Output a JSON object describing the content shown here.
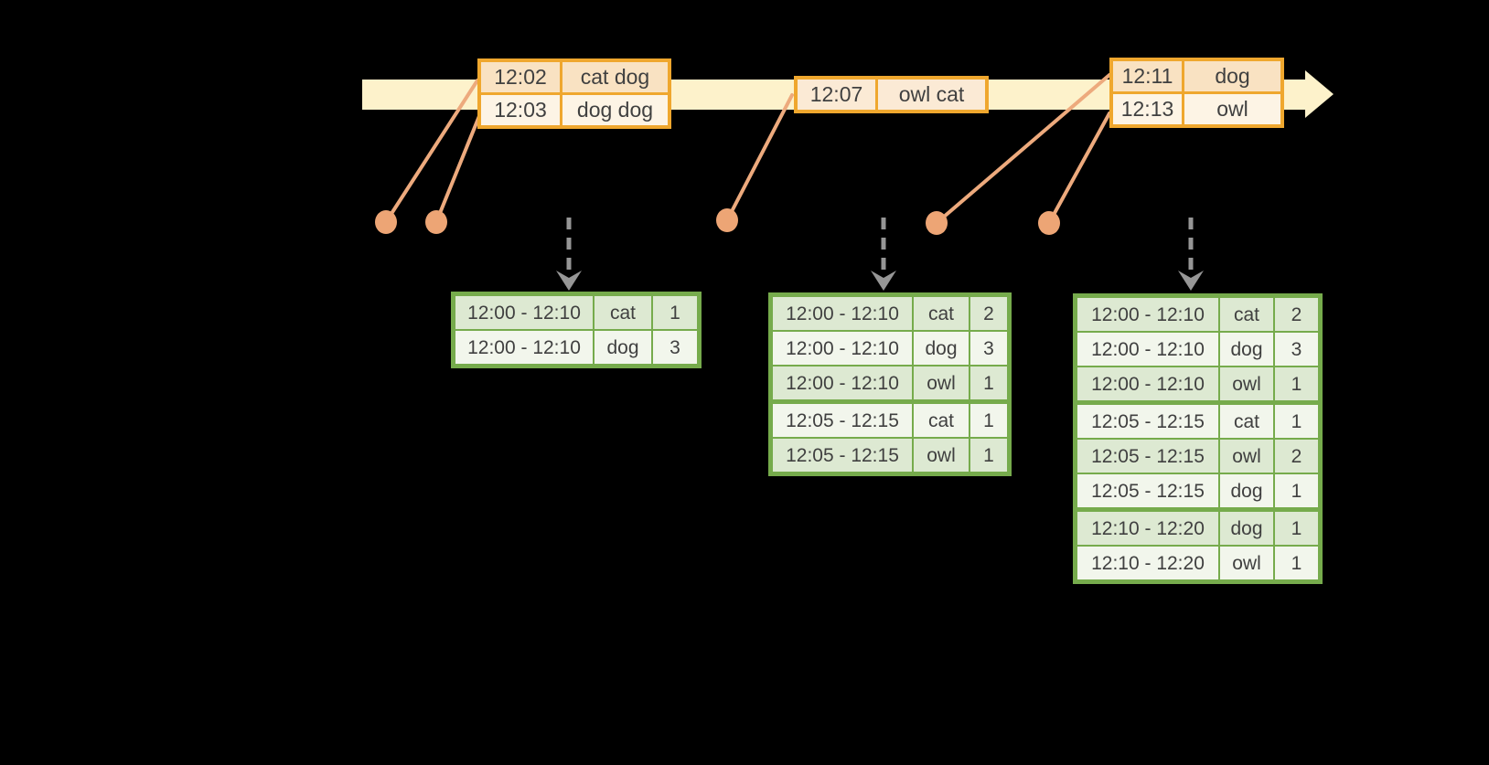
{
  "diagram": {
    "name": "windowed-grouped-aggregation-timeline",
    "colors": {
      "background": "#000000",
      "timeline_fill": "#fdf2cb",
      "event_table_border": "#efa72e",
      "event_row_dark": "#f9e2c2",
      "event_row_medium": "#fbead5",
      "event_row_light": "#fdf4e5",
      "connector_line": "#edaa7d",
      "marker_dot": "#eda575",
      "trigger_arrow": "#969696",
      "result_table_border": "#76ab4c",
      "result_row_dark": "#dde9d2",
      "result_row_light": "#f2f6ec",
      "table_text": "#404040"
    },
    "icons": [
      {
        "name": "timeline-arrow-icon",
        "shape": "right-pointing-band-arrow"
      },
      {
        "name": "event-marker-dot",
        "shape": "filled-circle"
      },
      {
        "name": "event-connector-line",
        "shape": "diagonal-line"
      },
      {
        "name": "trigger-arrow-icon",
        "shape": "dashed-down-arrow"
      }
    ],
    "event_tables": [
      {
        "rows": [
          {
            "time": "12:02",
            "words": "cat dog",
            "shade": "dark"
          },
          {
            "time": "12:03",
            "words": "dog dog",
            "shade": "light"
          }
        ]
      },
      {
        "rows": [
          {
            "time": "12:07",
            "words": "owl cat",
            "shade": "medium"
          }
        ]
      },
      {
        "rows": [
          {
            "time": "12:11",
            "words": "dog",
            "shade": "dark"
          },
          {
            "time": "12:13",
            "words": "owl",
            "shade": "light"
          }
        ]
      }
    ],
    "result_tables": [
      {
        "rows": [
          {
            "window": "12:00 - 12:10",
            "word": "cat",
            "count": "1",
            "group": 0
          },
          {
            "window": "12:00 - 12:10",
            "word": "dog",
            "count": "3",
            "group": 0
          }
        ]
      },
      {
        "rows": [
          {
            "window": "12:00 - 12:10",
            "word": "cat",
            "count": "2",
            "group": 0
          },
          {
            "window": "12:00 - 12:10",
            "word": "dog",
            "count": "3",
            "group": 0
          },
          {
            "window": "12:00 - 12:10",
            "word": "owl",
            "count": "1",
            "group": 0
          },
          {
            "window": "12:05 - 12:15",
            "word": "cat",
            "count": "1",
            "group": 1
          },
          {
            "window": "12:05 - 12:15",
            "word": "owl",
            "count": "1",
            "group": 1
          }
        ]
      },
      {
        "rows": [
          {
            "window": "12:00 - 12:10",
            "word": "cat",
            "count": "2",
            "group": 0
          },
          {
            "window": "12:00 - 12:10",
            "word": "dog",
            "count": "3",
            "group": 0
          },
          {
            "window": "12:00 - 12:10",
            "word": "owl",
            "count": "1",
            "group": 0
          },
          {
            "window": "12:05 - 12:15",
            "word": "cat",
            "count": "1",
            "group": 1
          },
          {
            "window": "12:05 - 12:15",
            "word": "owl",
            "count": "2",
            "group": 1
          },
          {
            "window": "12:05 - 12:15",
            "word": "dog",
            "count": "1",
            "group": 1
          },
          {
            "window": "12:10 - 12:20",
            "word": "dog",
            "count": "1",
            "group": 2
          },
          {
            "window": "12:10 - 12:20",
            "word": "owl",
            "count": "1",
            "group": 2
          }
        ]
      }
    ]
  }
}
